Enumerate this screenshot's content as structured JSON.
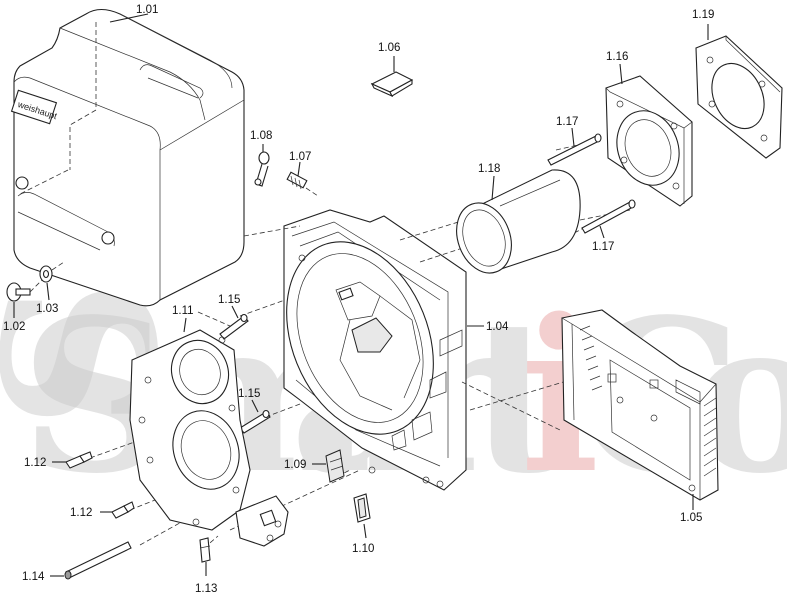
{
  "watermark": {
    "text": [
      "S",
      "m",
      "a",
      "r",
      "t",
      "i",
      "C",
      "o"
    ],
    "highlight_letter": "i",
    "color": "#c9c9c9",
    "highlight_color": "#e8a7a7"
  },
  "brand": {
    "name": "weishaupt"
  },
  "labels": {
    "cover": "1.01",
    "screw_02": "1.02",
    "washer": "1.03",
    "housing": "1.04",
    "control_box": "1.05",
    "cap": "1.06",
    "screw_07": "1.07",
    "clip": "1.08",
    "plug_09": "1.09",
    "plug_10": "1.10",
    "flange_plate": "1.11",
    "nozzle_a": "1.12",
    "nozzle_b": "1.12",
    "pin": "1.13",
    "rod": "1.14",
    "stud_a": "1.15",
    "stud_b": "1.15",
    "flange": "1.16",
    "bolt_a": "1.17",
    "bolt_b": "1.17",
    "tube": "1.18",
    "gasket": "1.19"
  }
}
